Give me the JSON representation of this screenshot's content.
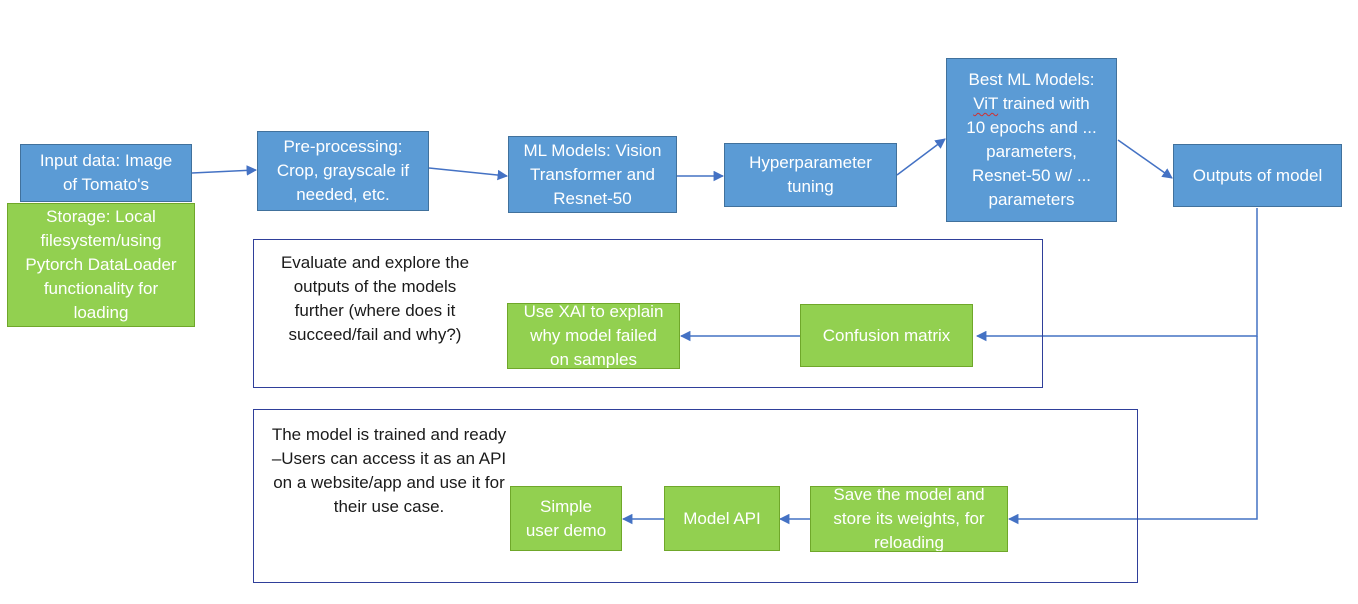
{
  "colors": {
    "process_fill": "#5b9bd5",
    "process_border": "#41719c",
    "green_fill": "#92d050",
    "green_border": "#6fa72a",
    "frame_border": "#2f3f9a",
    "arrow": "#4472c4",
    "box_text": "#ffffff",
    "note_text": "#1a1a1a"
  },
  "nodes": {
    "input_data": "Input data: Image\nof Tomato's",
    "storage": "Storage: Local\nfilesystem/using\nPytorch DataLoader\nfunctionality for\nloading",
    "preprocessing": "Pre-processing:\nCrop, grayscale if\nneeded, etc.",
    "ml_models": "ML Models: Vision\nTransformer and\nResnet-50",
    "hyperparameter": "Hyperparameter\ntuning",
    "best_models": {
      "line1": "Best ML Models:",
      "vit": "ViT",
      "line2_rest": " trained with",
      "rest": "10 epochs and ...\nparameters,\nResnet-50 w/ ...\nparameters"
    },
    "outputs": "Outputs of model",
    "evaluate_note": "Evaluate and explore the\noutputs of the models\nfurther (where does it\nsucceed/fail and why?)",
    "xai": "Use XAI to explain\nwhy model failed\non samples",
    "confusion": "Confusion matrix",
    "trained_note": "The model is trained and ready\n–Users can access it as an API\non a website/app and use it for\ntheir use case.",
    "demo": "Simple\nuser demo",
    "model_api": "Model API",
    "save_model": "Save the model and\nstore its weights, for\nreloading"
  }
}
